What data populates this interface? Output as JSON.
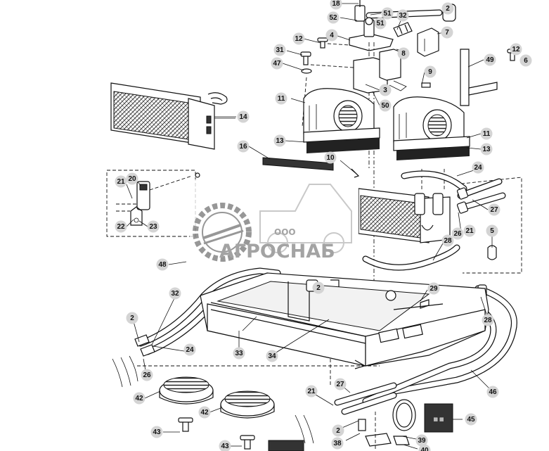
{
  "callouts": [
    {
      "label": "18"
    },
    {
      "label": "52"
    },
    {
      "label": "51"
    },
    {
      "label": "51"
    },
    {
      "label": "32"
    },
    {
      "label": "2"
    },
    {
      "label": "7"
    },
    {
      "label": "12"
    },
    {
      "label": "4"
    },
    {
      "label": "8"
    },
    {
      "label": "12"
    },
    {
      "label": "6"
    },
    {
      "label": "31"
    },
    {
      "label": "47"
    },
    {
      "label": "49"
    },
    {
      "label": "9"
    },
    {
      "label": "3"
    },
    {
      "label": "11"
    },
    {
      "label": "50"
    },
    {
      "label": "14"
    },
    {
      "label": "13"
    },
    {
      "label": "11"
    },
    {
      "label": "13"
    },
    {
      "label": "16"
    },
    {
      "label": "10"
    },
    {
      "label": "24"
    },
    {
      "label": "20"
    },
    {
      "label": "21"
    },
    {
      "label": "22"
    },
    {
      "label": "23"
    },
    {
      "label": "27"
    },
    {
      "label": "26"
    },
    {
      "label": "21"
    },
    {
      "label": "5"
    },
    {
      "label": "28"
    },
    {
      "label": "48"
    },
    {
      "label": "32"
    },
    {
      "label": "2"
    },
    {
      "label": "29"
    },
    {
      "label": "28"
    },
    {
      "label": "2"
    },
    {
      "label": "24"
    },
    {
      "label": "33"
    },
    {
      "label": "34"
    },
    {
      "label": "26"
    },
    {
      "label": "27"
    },
    {
      "label": "46"
    },
    {
      "label": "21"
    },
    {
      "label": "42"
    },
    {
      "label": "42"
    },
    {
      "label": "45"
    },
    {
      "label": "2"
    },
    {
      "label": "43"
    },
    {
      "label": "38"
    },
    {
      "label": "39"
    },
    {
      "label": "43"
    },
    {
      "label": "40"
    }
  ],
  "watermark": {
    "prefix": "ООО",
    "brand": "АГРОСНАБ"
  }
}
